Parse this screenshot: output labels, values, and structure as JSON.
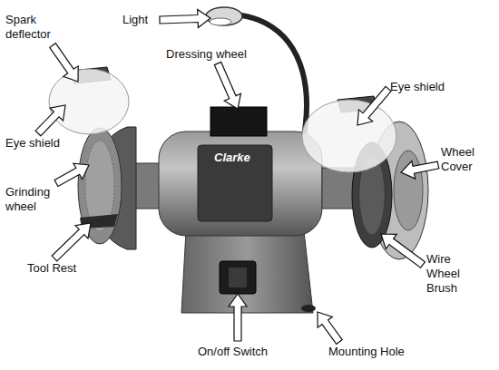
{
  "diagram": {
    "labels": [
      "Light",
      "Spark deflector",
      "Dressing wheel",
      "Eye shield",
      "Eye shield",
      "Wheel Cover",
      "Grinding wheel",
      "Tool Rest",
      "Wire Wheel Brush",
      "On/off Switch",
      "Mounting Hole",
      "Clarke"
    ]
  }
}
